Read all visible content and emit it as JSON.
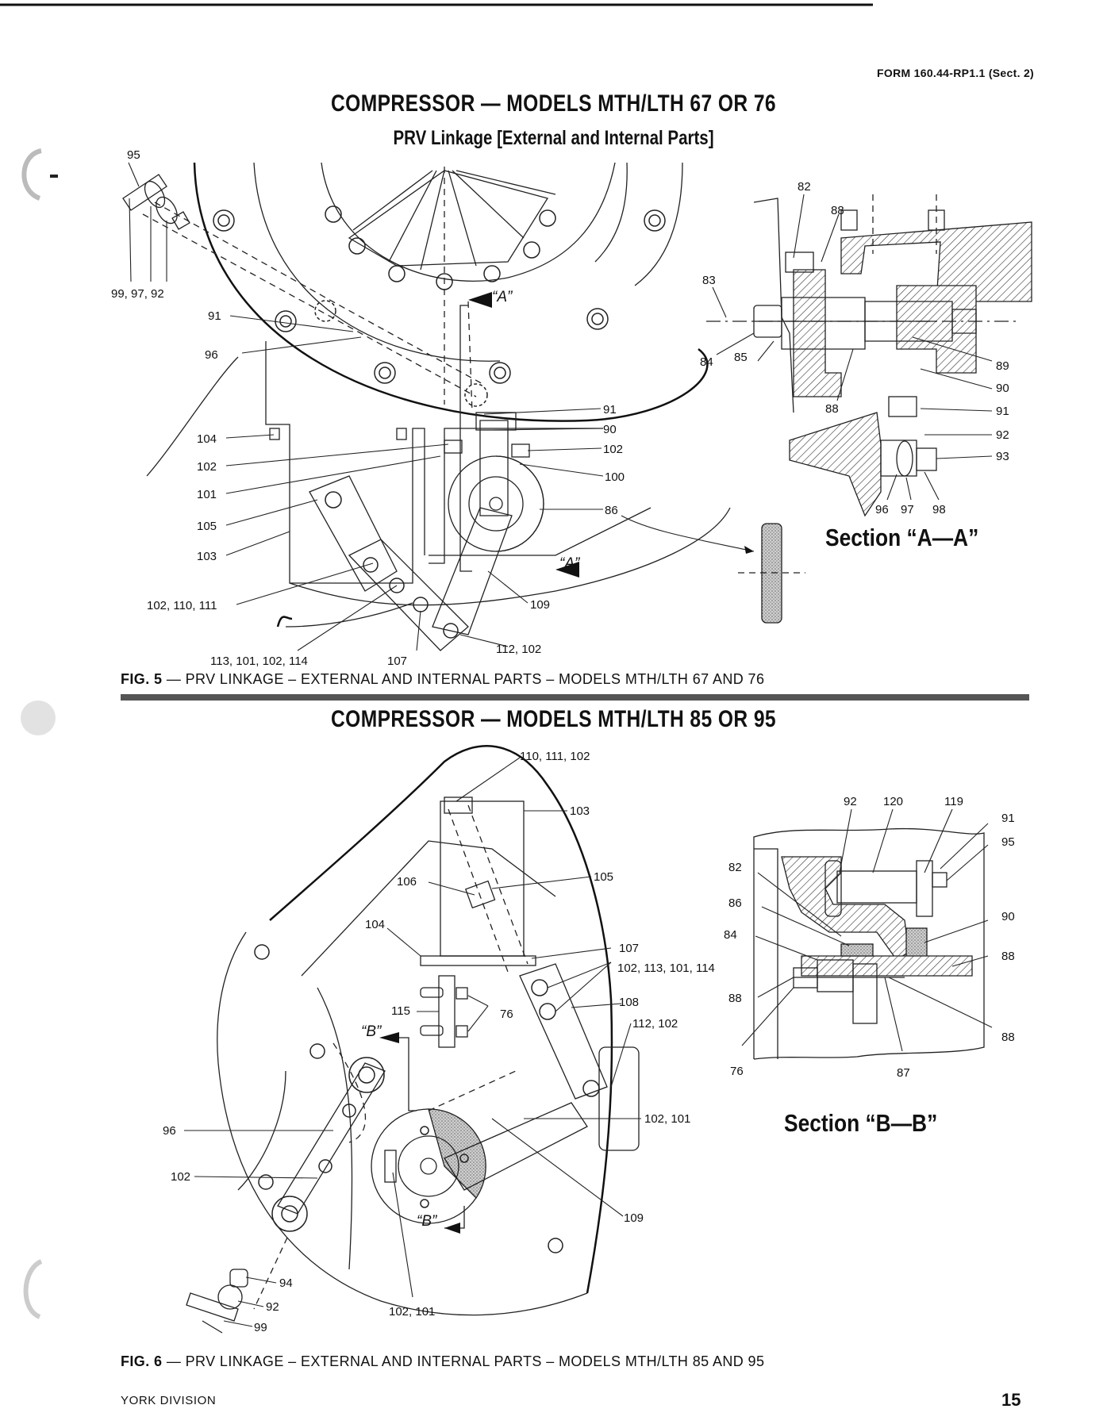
{
  "header": {
    "form": "FORM 160.44-RP1.1 (Sect. 2)"
  },
  "fig5": {
    "title": "COMPRESSOR — MODELS MTH/LTH 67 OR 76",
    "subtitle": "PRV Linkage [External and Internal Parts]",
    "caption_num": "FIG. 5",
    "caption_text": " — PRV LINKAGE – EXTERNAL AND INTERNAL PARTS – MODELS MTH/LTH 67 AND 76",
    "section_label": "Section “A—A”",
    "section_mark": "“A”",
    "labels": {
      "l95": "95",
      "l99": "99, 97, 92",
      "l91a": "91",
      "l96": "96",
      "l104": "104",
      "l102a": "102",
      "l101": "101",
      "l105": "105",
      "l103": "103",
      "l102b": "102, 110, 111",
      "l113": "113, 101, 102, 114",
      "l107": "107",
      "l112": "112, 102",
      "l109": "109",
      "l86": "86",
      "l100": "100",
      "l102c": "102",
      "l90": "90",
      "l91b": "91",
      "s82": "82",
      "s88a": "88",
      "s83": "83",
      "s84": "84",
      "s85": "85",
      "s88b": "88",
      "s89": "89",
      "s90": "90",
      "s91": "91",
      "s92": "92",
      "s93": "93",
      "s96": "96",
      "s97": "97",
      "s98": "98"
    }
  },
  "fig6": {
    "title": "COMPRESSOR — MODELS MTH/LTH 85 OR 95",
    "caption_num": "FIG. 6",
    "caption_text": " — PRV LINKAGE – EXTERNAL AND INTERNAL PARTS – MODELS MTH/LTH 85 AND 95",
    "section_label": "Section “B—B”",
    "section_mark": "“B”",
    "labels": {
      "l110": "110, 111, 102",
      "l103": "103",
      "l106": "106",
      "l105": "105",
      "l104": "104",
      "l107": "107",
      "l102a": "102, 113, 101, 114",
      "l115": "115",
      "l76": "76",
      "l108": "108",
      "l112": "112, 102",
      "l102b": "102, 101",
      "l96": "96",
      "l102c": "102",
      "l109": "109",
      "l94": "94",
      "l92": "92",
      "l99": "99",
      "l102d": "102, 101",
      "s92": "92",
      "s120": "120",
      "s119": "119",
      "s91": "91",
      "s95": "95",
      "s82": "82",
      "s86": "86",
      "s90": "90",
      "s84": "84",
      "s88a": "88",
      "s88b": "88",
      "s88c": "88",
      "s76": "76",
      "s87": "87"
    }
  },
  "footer": {
    "division": "YORK DIVISION",
    "page": "15"
  }
}
